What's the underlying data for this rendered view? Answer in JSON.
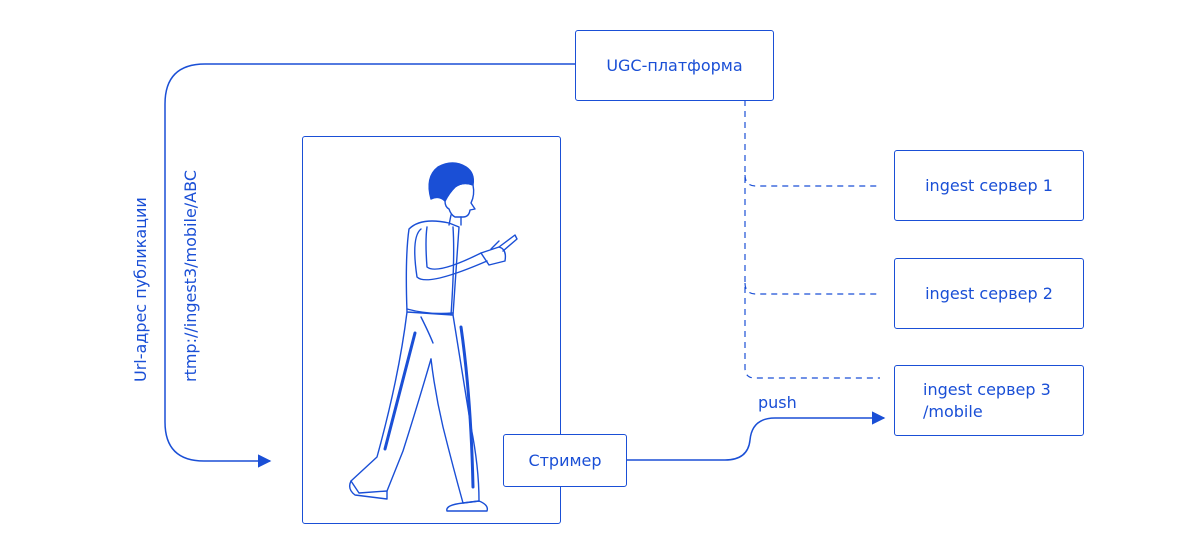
{
  "colors": {
    "accent": "#1a4fd6",
    "background": "#ffffff"
  },
  "nodes": {
    "platform": "UGC-платформа",
    "ingest1": "ingest сервер 1",
    "ingest2": "ingest сервер 2",
    "ingest3_line1": "ingest сервер 3",
    "ingest3_line2": "/mobile",
    "streamer": "Стример"
  },
  "edges": {
    "push_label": "push"
  },
  "vertical_labels": {
    "publication_url": "Url-адрес публикации",
    "rtmp_url": "rtmp://ingest3/mobile/ABC"
  }
}
